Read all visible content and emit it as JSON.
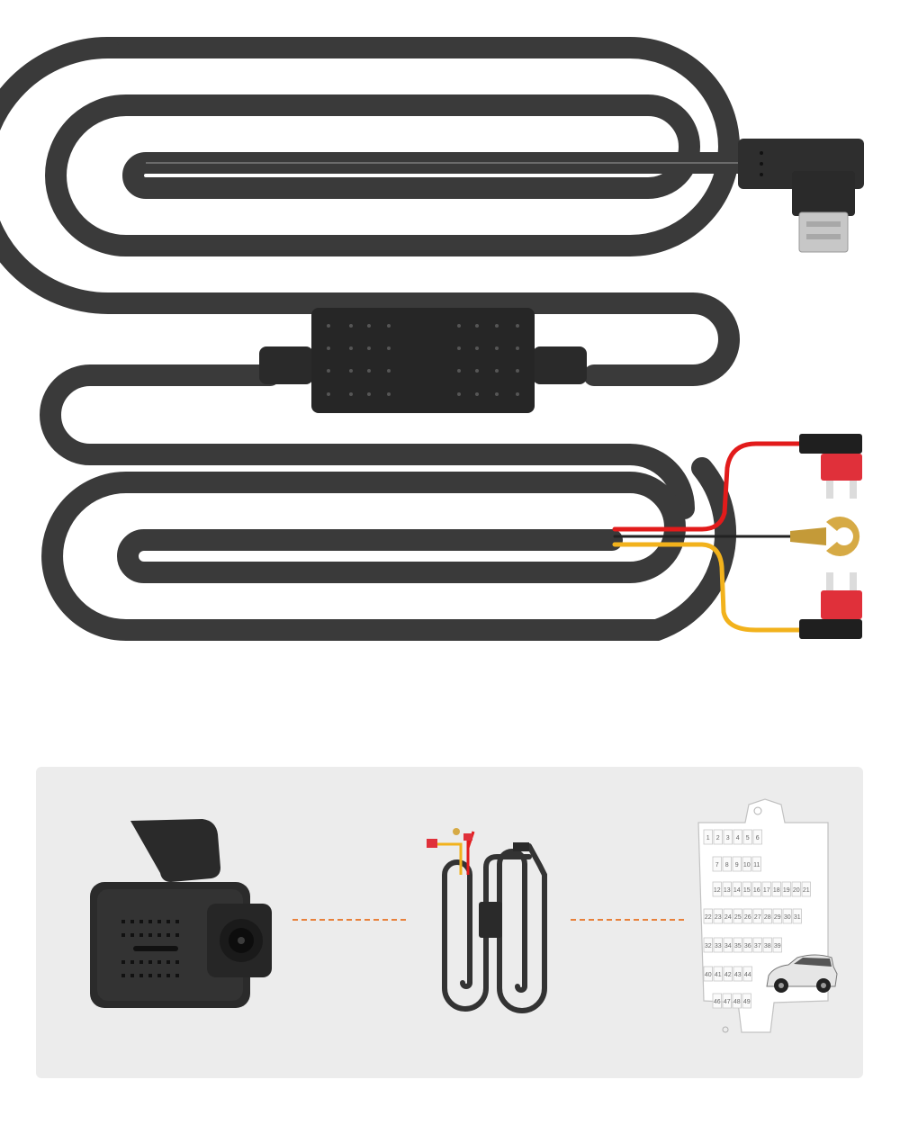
{
  "colors": {
    "cable": "#3a3a3a",
    "wire_red": "#e21b1b",
    "wire_yellow": "#f2b21c",
    "fuse_red": "#e0303a",
    "dash_orange": "#e8803a",
    "panel_bg": "#ececec"
  },
  "icons": [
    "right-angle-usb-connector-icon",
    "converter-box-icon",
    "fuse-tap-icon",
    "ground-ring-terminal-icon",
    "dashcam-icon",
    "hardwire-kit-icon",
    "fuse-box-icon",
    "car-icon"
  ],
  "fuse_box": {
    "rows": [
      [
        "1",
        "2",
        "3",
        "4",
        "5",
        "6"
      ],
      [
        "7",
        "8",
        "9",
        "10",
        "11"
      ],
      [
        "12",
        "13",
        "14",
        "15",
        "16",
        "17",
        "18",
        "19",
        "20",
        "21"
      ],
      [
        "22",
        "23",
        "24",
        "25",
        "26",
        "27",
        "28",
        "29",
        "30",
        "31"
      ],
      [
        "32",
        "33",
        "34",
        "35",
        "36",
        "37",
        "38",
        "39"
      ],
      [
        "40",
        "41",
        "42",
        "43",
        "44"
      ],
      [
        "46",
        "47",
        "48",
        "49"
      ]
    ]
  }
}
